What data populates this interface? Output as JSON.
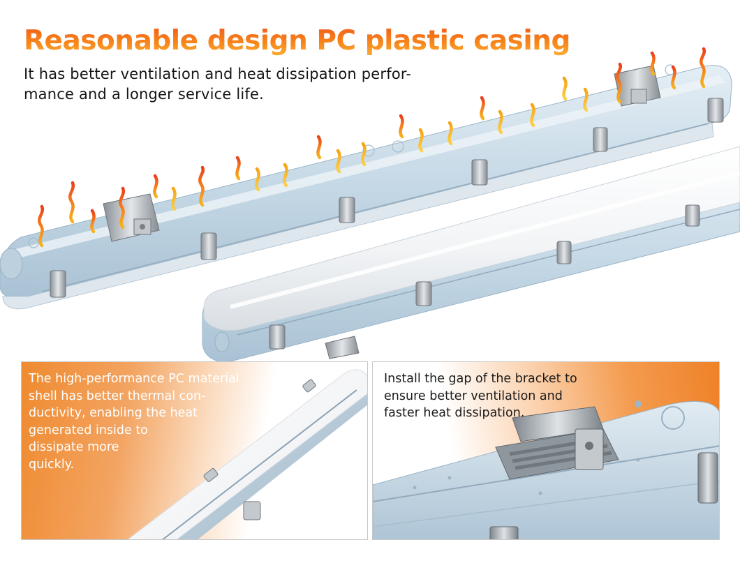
{
  "header": {
    "title": "Reasonable design PC plastic casing",
    "subtitle": "It has better ventilation and heat dissipation perfor-\nmance and a longer service life."
  },
  "panels": [
    {
      "text": "The high-performance PC material\nshell has better thermal con-\nductivity, enabling the heat\ngenerated inside to\ndissipate more\nquickly."
    },
    {
      "text": "Install the gap of the bracket to\nensure better ventilation and\nfaster heat dissipation."
    }
  ],
  "colors": {
    "accent_orange": "#f36a17",
    "heat_red": "#ef4a1c",
    "heat_yellow": "#f7b41e",
    "fixture_blue": "#cfe0ec",
    "diffuser_white": "#f6f8fa"
  },
  "icons": [
    "heat-wave-icon",
    "mounting-bracket-icon",
    "clip-icon"
  ]
}
